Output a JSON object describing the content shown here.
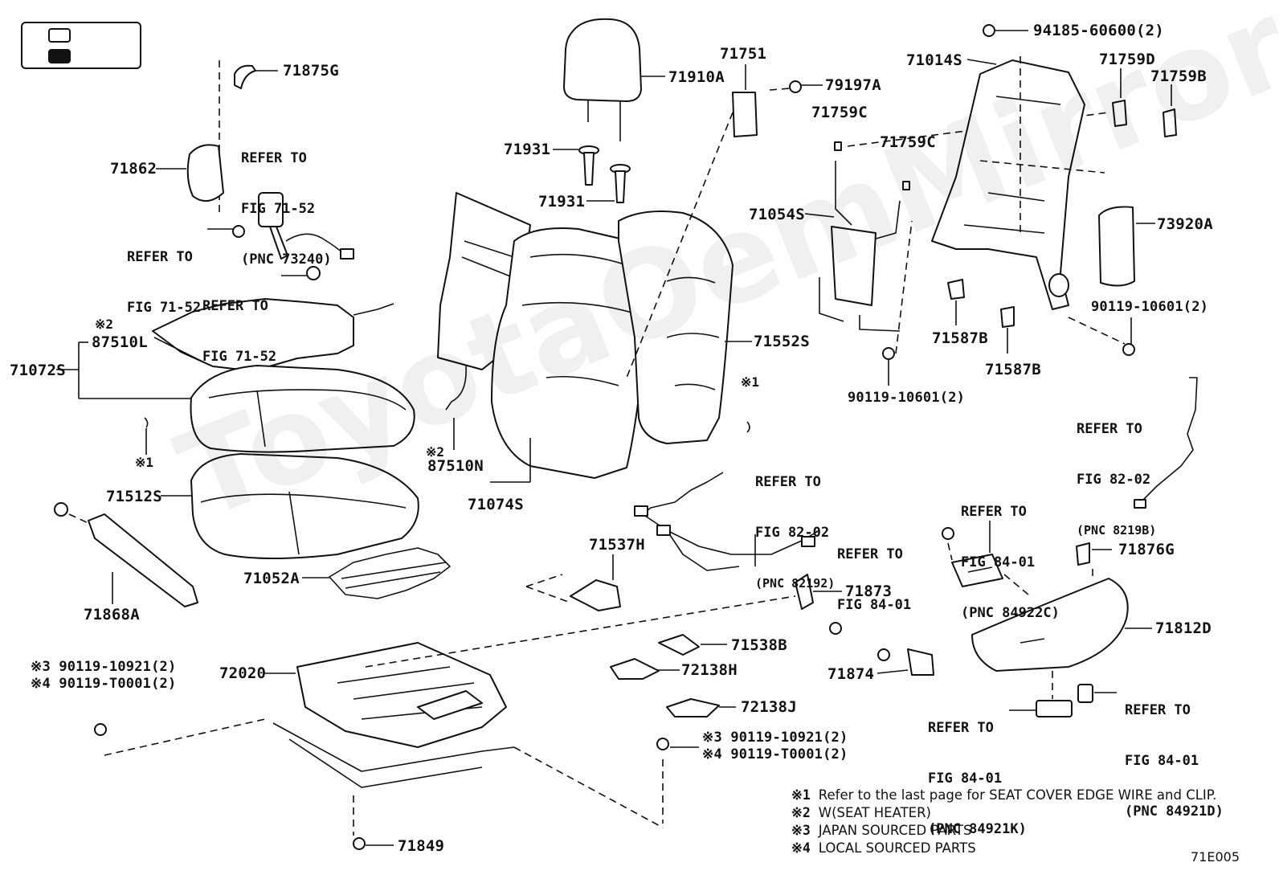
{
  "parts": {
    "p71875G": "71875G",
    "p71862": "71862",
    "p71910A": "71910A",
    "p71931a": "71931",
    "p71931b": "71931",
    "p71751": "71751",
    "p79197A": "79197A",
    "p71759C_a": "71759C",
    "p71759C_b": "71759C",
    "p71014S": "71014S",
    "p94185": "94185-60600(2)",
    "p71759D": "71759D",
    "p71759B": "71759B",
    "p71054S": "71054S",
    "p73920A": "73920A",
    "p90119_10601_a": "90119-10601(2)",
    "p71587B_a": "71587B",
    "p71587B_b": "71587B",
    "p90119_10601_b": "90119-10601(2)",
    "p87510L": "87510L",
    "p71072S": "71072S",
    "p71552S": "71552S",
    "p87510N": "87510N",
    "p71074S": "71074S",
    "p71512S": "71512S",
    "p71052A": "71052A",
    "p71868A": "71868A",
    "p71537H": "71537H",
    "p71873": "71873",
    "p71876G": "71876G",
    "p71812D": "71812D",
    "p71538B": "71538B",
    "p72138H": "72138H",
    "p72020": "72020",
    "p71874": "71874",
    "p72138J": "72138J",
    "p71849": "71849"
  },
  "refs": {
    "r1": [
      "REFER TO",
      "FIG 71-52",
      "(PNC 73240)"
    ],
    "r2": [
      "REFER TO",
      "FIG 71-52"
    ],
    "r3": [
      "REFER TO",
      "FIG 71-52"
    ],
    "r4": [
      "REFER TO",
      "FIG 82-02",
      "(PNC 82192)"
    ],
    "r5": [
      "REFER TO",
      "FIG 82-02",
      "(PNC 8219B)"
    ],
    "r6": [
      "REFER TO",
      "FIG 84-01",
      "(PNC 84922C)"
    ],
    "r7": [
      "REFER TO",
      "FIG 84-01"
    ],
    "r8": [
      "REFER TO",
      "FIG 84-01",
      "(PNC 84921K)"
    ],
    "r9": [
      "REFER TO",
      "FIG 84-01",
      "(PNC 84921D)"
    ]
  },
  "marks": {
    "m2a": "※2",
    "m1a": "※1",
    "m1b": "※1",
    "m2b": "※2"
  },
  "bolts": {
    "left_a": "※3 90119-10921(2)",
    "left_b": "※4 90119-T0001(2)",
    "mid_a": "※3  90119-10921(2)",
    "mid_b": "※4  90119-T0001(2)"
  },
  "legend": [
    {
      "mark": "※1",
      "text": "Refer to the last page for SEAT COVER EDGE WIRE and CLIP."
    },
    {
      "mark": "※2",
      "text": "W(SEAT HEATER)"
    },
    {
      "mark": "※3",
      "text": "JAPAN SOURCED PARTS"
    },
    {
      "mark": "※4",
      "text": "LOCAL SOURCED PARTS"
    }
  ],
  "figure_code": "71E005",
  "watermark": "ToyotaOemMirror"
}
